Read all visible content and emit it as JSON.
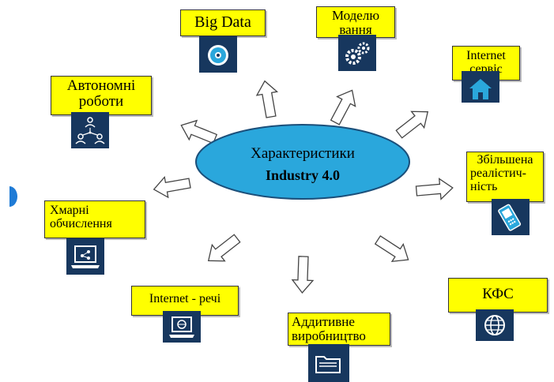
{
  "center": {
    "line1": "Характеристики",
    "line2": "Industry 4.0",
    "color": "#2aa7dc"
  },
  "nodes": {
    "big_data": {
      "label": "Big Data",
      "icon": "disc-icon"
    },
    "modeling": {
      "label_line1": "Моделю",
      "label_line2": "вання",
      "icon": "gears-icon"
    },
    "internet_service": {
      "label_line1": "Internet",
      "label_line2": "сервіс",
      "icon": "house-icon"
    },
    "augmented_reality": {
      "label_line1": "Збільшена",
      "label_line2": "реалістич-",
      "label_line3": "ність",
      "icon": "mobile-phone-icon"
    },
    "cps": {
      "label": "КФС",
      "icon": "globe-icon"
    },
    "additive": {
      "label_line1": "Аддитивне",
      "label_line2": "виробництво",
      "icon": "folder-icon"
    },
    "iot": {
      "label": "Internet - речі",
      "icon": "laptop-globe-icon"
    },
    "cloud": {
      "label_line1": "Хмарні",
      "label_line2": "обчислення",
      "icon": "laptop-share-icon"
    },
    "autonomous_robots": {
      "label_line1": "Автономні",
      "label_line2": "роботи",
      "icon": "network-people-icon"
    }
  },
  "colors": {
    "label_bg": "#ffff00",
    "tile_bg": "#17375e",
    "icon_fg": "#ffffff",
    "accent": "#1f7bd6"
  }
}
